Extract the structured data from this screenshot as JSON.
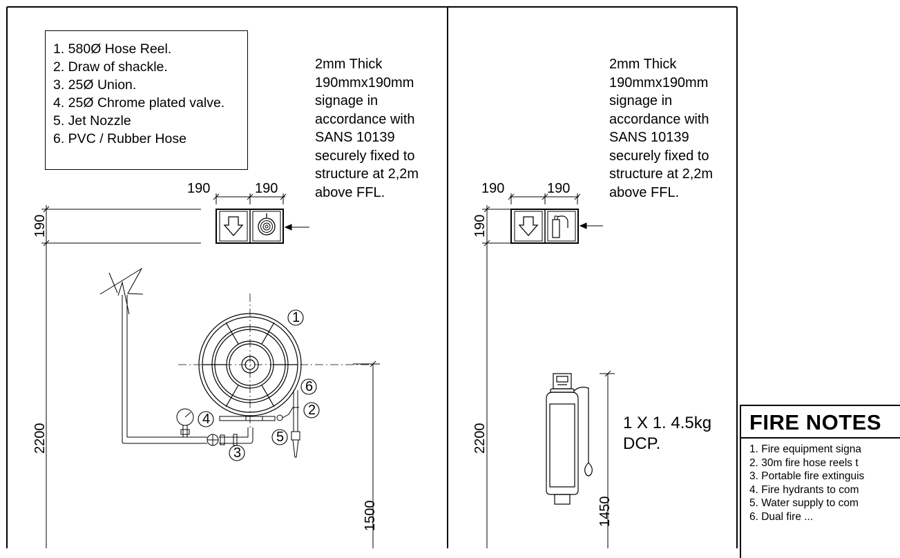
{
  "legend": {
    "items": [
      "1. 580Ø Hose Reel.",
      "2. Draw of shackle.",
      "3. 25Ø Union.",
      "4. 25Ø Chrome plated valve.",
      "5. Jet Nozzle",
      "6. PVC / Rubber Hose"
    ]
  },
  "signage_note_left": [
    "2mm Thick",
    "190mmx190mm",
    "signage in",
    "accordance with",
    "SANS 10139",
    "securely fixed to",
    "structure at 2,2m",
    "above FFL."
  ],
  "signage_note_right": [
    "2mm Thick",
    "190mmx190mm",
    "signage in",
    "accordance with",
    "SANS 10139",
    "securely fixed to",
    "structure at 2,2m",
    "above FFL."
  ],
  "dims_left": {
    "w1": "190",
    "w2": "190",
    "h": "190",
    "height_total": "2200",
    "height_reel": "1500"
  },
  "dims_right": {
    "w1": "190",
    "w2": "190",
    "h": "190",
    "height_total": "2200",
    "height_ext": "1450"
  },
  "callouts": {
    "c1": "1",
    "c2": "2",
    "c3": "3",
    "c4": "4",
    "c5": "5",
    "c6": "6"
  },
  "extinguisher": {
    "line1": "1 X 1. 4.5kg",
    "line2": "DCP."
  },
  "fire_notes": {
    "title": "FIRE NOTES",
    "items": [
      "1.  Fire equipment signa",
      "2.  30m fire hose reels t",
      "3.  Portable fire extinguis",
      "4.  Fire hydrants to com",
      "5.  Water supply to com",
      "6.  Dual fire ..."
    ]
  }
}
